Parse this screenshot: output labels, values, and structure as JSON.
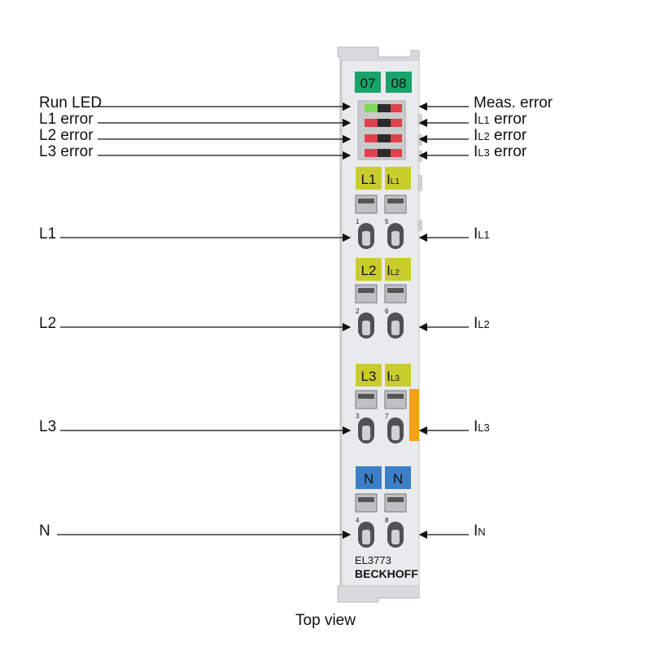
{
  "top_labels": [
    "07",
    "08"
  ],
  "left_labels": {
    "run_led": "Run LED",
    "l1_error": "L1 error",
    "l2_error": "L2 error",
    "l3_error": "L3 error",
    "l1": "L1",
    "l2": "L2",
    "l3": "L3",
    "n": "N"
  },
  "right_labels": {
    "meas_error": "Meas. error",
    "il1_error": {
      "main": "I",
      "sub": "L1",
      "suffix": " error"
    },
    "il2_error": {
      "main": "I",
      "sub": "L2",
      "suffix": " error"
    },
    "il3_error": {
      "main": "I",
      "sub": "L3",
      "suffix": " error"
    },
    "il1": {
      "main": "I",
      "sub": "L1"
    },
    "il2": {
      "main": "I",
      "sub": "L2"
    },
    "il3": {
      "main": "I",
      "sub": "L3"
    },
    "in": {
      "main": "I",
      "sub": "N"
    }
  },
  "channel_tags": {
    "l1": "L1",
    "il1": {
      "main": "I",
      "sub": "L1"
    },
    "l2": "L2",
    "il2": {
      "main": "I",
      "sub": "L2"
    },
    "l3": "L3",
    "il3": {
      "main": "I",
      "sub": "L3"
    },
    "n_left": "N",
    "n_right": "N"
  },
  "terminal_numbers": [
    "1",
    "5",
    "2",
    "6",
    "3",
    "7",
    "4",
    "8"
  ],
  "model": "EL3773",
  "brand": "BECKHOFF",
  "caption": "Top view",
  "colors": {
    "green_tag": "#1aa36a",
    "yellow_tag": "#c8cd2c",
    "blue_tag": "#3c7fc8",
    "led_green": "#7ed957",
    "led_red": "#e0404c",
    "orange_tab": "#f2a21a",
    "body": "#e9eaec"
  }
}
